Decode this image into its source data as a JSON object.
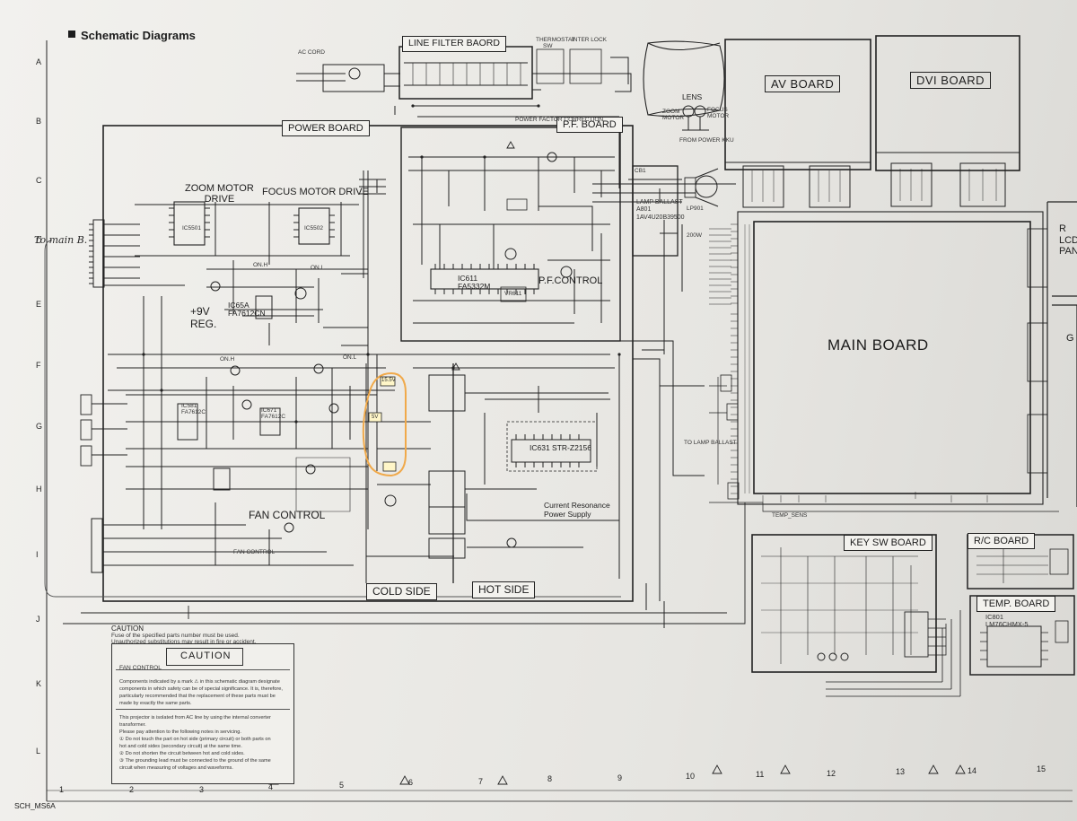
{
  "header": {
    "title": "Schematic Diagrams",
    "sheet_id": "SCH_MS6A"
  },
  "ruler": {
    "rows": [
      "A",
      "B",
      "C",
      "D",
      "E",
      "F",
      "G",
      "H",
      "I",
      "J",
      "K",
      "L"
    ],
    "columns": [
      "1",
      "2",
      "3",
      "4",
      "5",
      "6",
      "7",
      "8",
      "9",
      "10",
      "11",
      "12",
      "13",
      "14",
      "15"
    ]
  },
  "boards": {
    "line_filter": "LINE FILTER BAORD",
    "power": "POWER BOARD",
    "pf": "P.F. BOARD",
    "av": "AV BOARD",
    "dvi": "DVI BOARD",
    "main": "MAIN BOARD",
    "key_sw": "KEY SW BOARD",
    "rc": "R/C BOARD",
    "temp": "TEMP. BOARD",
    "lcd_r": "R\nLCD\nPAN",
    "lcd_g": "G",
    "cold_side": "COLD SIDE",
    "hot_side": "HOT SIDE"
  },
  "labels": {
    "ac_cord": "AC CORD",
    "thermostat": "THERMOSTAT",
    "sw": "SW",
    "inter_lock": "INTER LOCK",
    "lens": "LENS",
    "zoom_motor": "ZOOM\nMOTOR",
    "focus_motor": "FOCUS\nMOTOR",
    "from_power": "FROM POWER KKU",
    "power_factor": "POWER FACTOR CORRECTION",
    "zoom_motor_drive": "ZOOM MOTOR\nDRIVE",
    "focus_motor_drive": "FOCUS MOTOR DRIVE",
    "ic5501": "IC5501",
    "ic5502": "IC5502",
    "reg_9v": "+9V\nREG.",
    "ic65a": "IC65A\nFA7612CN",
    "ic581": "IC581\nFA7612C",
    "ic671": "IC671\nFA7612C",
    "fan_control": "FAN CONTROL",
    "ic611": "IC611\nFA5332M",
    "pf_control": "P.F.CONTROL",
    "ic631": "IC631   STR-Z2156",
    "resonance": "Current Resonance\nPower Supply",
    "lamp_ballast": "LAMP BALLAST\nA801\n1AV4U20B39500",
    "lp901": "LP901",
    "w200": "200W",
    "cb1": "CB1",
    "on_h": "ON.H",
    "on_l": "ON.L",
    "to_lamp_ballast": "TO LAMP BALLAST",
    "ic801": "IC801\nLM76CHMX-5",
    "fan_cont": "FAN CONTROL",
    "v155": "15.5V",
    "v5": "5V",
    "vr611": "VR611",
    "temp_sens": "TEMP_SENS"
  },
  "handwriting": {
    "note": "To main B."
  },
  "caution": {
    "header_title": "CAUTION",
    "header_lines": [
      "Fuse of the specified parts number must be used.",
      "Unauthorized substitutions may result in fire or accident."
    ],
    "box_title": "CAUTION",
    "box_tag": "FAN CONTROL",
    "para1": [
      "Components indicated by a mark ⚠ in this schematic diagram designate",
      "components in which safety can be of special significance. It is, therefore,",
      "particularly recommended that the replacement of these parts must be",
      "made by exactly the same parts."
    ],
    "para2": [
      "This projector is isolated from AC line by using the internal converter",
      "transformer.",
      "Please pay attention to the following notes in servicing.",
      "① Do not touch the part on hot side (primary circuit) or both parts on",
      "hot and cold sides (secondary circuit) at the same time.",
      "② Do not shorten the circuit between hot and cold sides.",
      "③ The grounding lead must be connected to the ground of the same",
      "circuit when measuring of voltages and waveforms."
    ]
  },
  "colors": {
    "ink": "#1f1f1f",
    "paper": "#efeee9",
    "highlight": "#f0a94a",
    "pencil": "#555555"
  }
}
